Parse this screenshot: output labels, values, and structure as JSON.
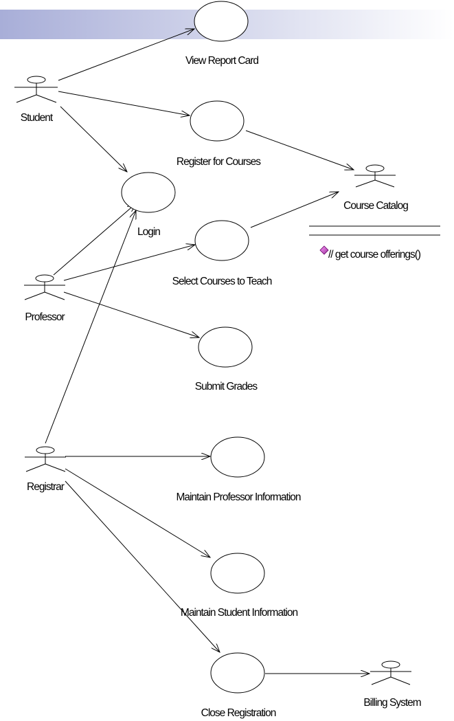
{
  "actors": {
    "student": "Student",
    "professor": "Professor",
    "registrar": "Registrar",
    "course_catalog": "Course Catalog",
    "billing_system": "Billing System"
  },
  "use_cases": {
    "view_report_card": "View Report Card",
    "register_for_courses": "Register for Courses",
    "login": "Login",
    "select_courses_to_teach": "Select Courses to Teach",
    "submit_grades": "Submit Grades",
    "maintain_professor_information": "Maintain Professor Information",
    "maintain_student_information": "Maintain Student Information",
    "close_registration": "Close Registration"
  },
  "course_catalog_class": {
    "operation": "// get course offerings()"
  },
  "colors": {
    "header_band_start": "#a8aed8",
    "header_band_end": "#ffffff",
    "operation_icon": "#cc33cc"
  }
}
